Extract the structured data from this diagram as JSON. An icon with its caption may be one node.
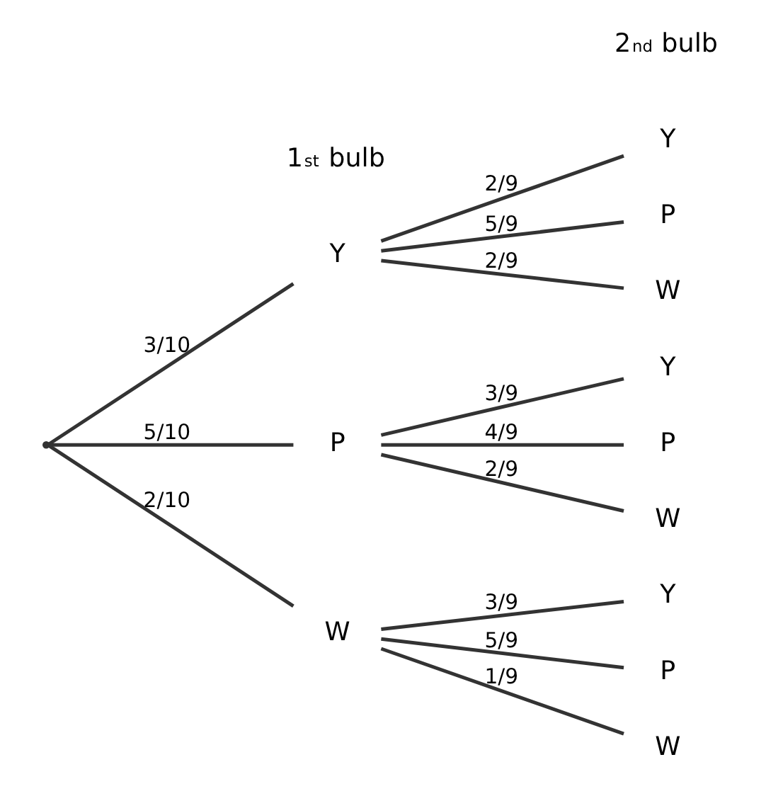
{
  "diagram": {
    "nodes": [
      {
        "text": [],
        "shape": "point"
      },
      {
        "text": [
          "Y"
        ]
      },
      {
        "text": [
          "P"
        ]
      },
      {
        "text": [
          "W"
        ]
      },
      {
        "text": [
          "Y"
        ]
      },
      {
        "text": [
          "P"
        ]
      },
      {
        "text": [
          "W"
        ]
      },
      {
        "text": [
          "Y"
        ]
      },
      {
        "text": [
          "P"
        ]
      },
      {
        "text": [
          "W"
        ]
      },
      {
        "text": [
          "Y"
        ]
      },
      {
        "text": [
          "P"
        ]
      },
      {
        "text": [
          "W"
        ]
      }
    ],
    "edges": [
      {
        "from": 0,
        "to": 1,
        "arrow": "none",
        "label": "3/10"
      },
      {
        "from": 0,
        "to": 2,
        "arrow": "none",
        "label": "5/10"
      },
      {
        "from": 0,
        "to": 3,
        "arrow": "none",
        "label": "2/10"
      },
      {
        "from": 1,
        "to": 4,
        "arrow": "none",
        "label": "2/9"
      },
      {
        "from": 1,
        "to": 5,
        "arrow": "none",
        "label": "5/9"
      },
      {
        "from": 1,
        "to": 6,
        "arrow": "none",
        "label": "2/9"
      },
      {
        "from": 2,
        "to": 7,
        "arrow": "none",
        "label": "3/9"
      },
      {
        "from": 2,
        "to": 8,
        "arrow": "none",
        "label": "4/9"
      },
      {
        "from": 2,
        "to": 9,
        "arrow": "none",
        "label": "2/9"
      },
      {
        "from": 3,
        "to": 10,
        "arrow": "none",
        "label": "3/9"
      },
      {
        "from": 3,
        "to": 11,
        "arrow": "none",
        "label": "5/9"
      },
      {
        "from": 3,
        "to": 12,
        "arrow": "none",
        "label": "1/9"
      }
    ],
    "labels": [
      "1$^{st}$ bulb",
      "2$^{nd}$ bulb"
    ]
  }
}
